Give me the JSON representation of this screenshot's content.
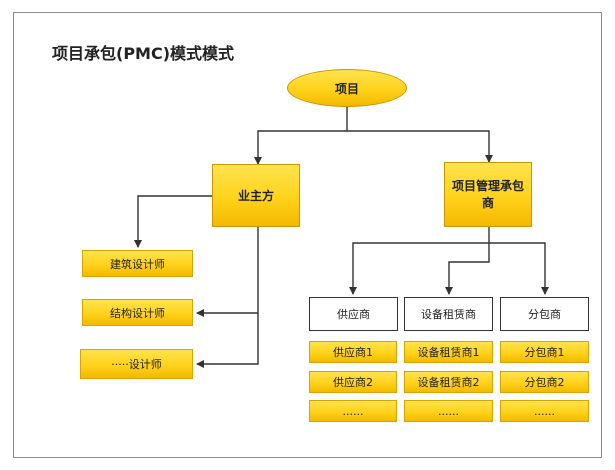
{
  "title": "项目承包(PMC)模式模式",
  "nodes": {
    "project": "项目",
    "owner": "业主方",
    "pmc": "项目管理承包商",
    "arch_designer": "建筑设计师",
    "struct_designer": "结构设计师",
    "other_designer": "·····设计师",
    "supplier": "供应商",
    "equip_lessor": "设备租赁商",
    "subcontractor": "分包商"
  },
  "supplier_items": [
    "供应商1",
    "供应商2",
    "......"
  ],
  "equip_items": [
    "设备租赁商1",
    "设备租赁商2",
    "......"
  ],
  "sub_items": [
    "分包商1",
    "分包商2",
    "......"
  ],
  "colors": {
    "gold": "#ffd21a",
    "gold_dark": "#f5b800",
    "line": "#333333"
  }
}
